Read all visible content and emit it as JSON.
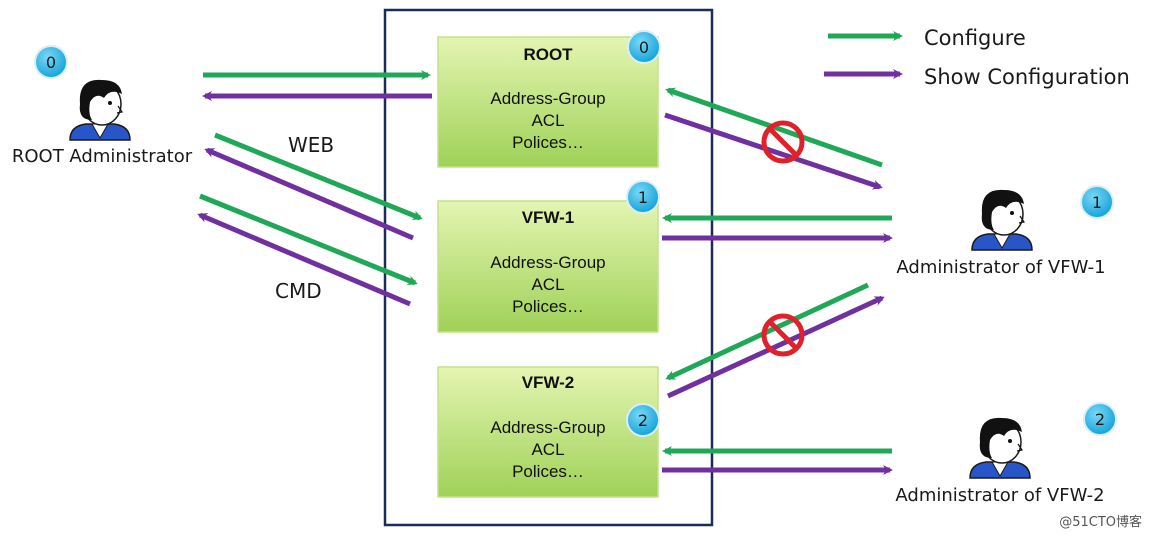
{
  "legend": {
    "configure": "Configure",
    "show": "Show Configuration"
  },
  "left": {
    "admin_label": "ROOT Administrator",
    "badge": "0",
    "web_label": "WEB",
    "cmd_label": "CMD"
  },
  "boxes": [
    {
      "title": "ROOT",
      "lines": [
        "Address-Group",
        "ACL",
        "Polices…"
      ],
      "badge": "0"
    },
    {
      "title": "VFW-1",
      "lines": [
        "Address-Group",
        "ACL",
        "Polices…"
      ],
      "badge": "1"
    },
    {
      "title": "VFW-2",
      "lines": [
        "Address-Group",
        "ACL",
        "Polices…"
      ],
      "badge": "2"
    }
  ],
  "right": {
    "admin1_label": "Administrator of VFW-1",
    "admin1_badge": "1",
    "admin2_label": "Administrator of VFW-2",
    "admin2_badge": "2"
  },
  "watermark": "@51CTO博客",
  "colors": {
    "configure": "#1fa857",
    "show": "#7030a0",
    "box_fill_top": "#d9f0a0",
    "box_fill_bottom": "#a3d55a",
    "container_border": "#1b2b5a",
    "badge": "#1fb4e6",
    "forbidden": "#e0202a"
  }
}
